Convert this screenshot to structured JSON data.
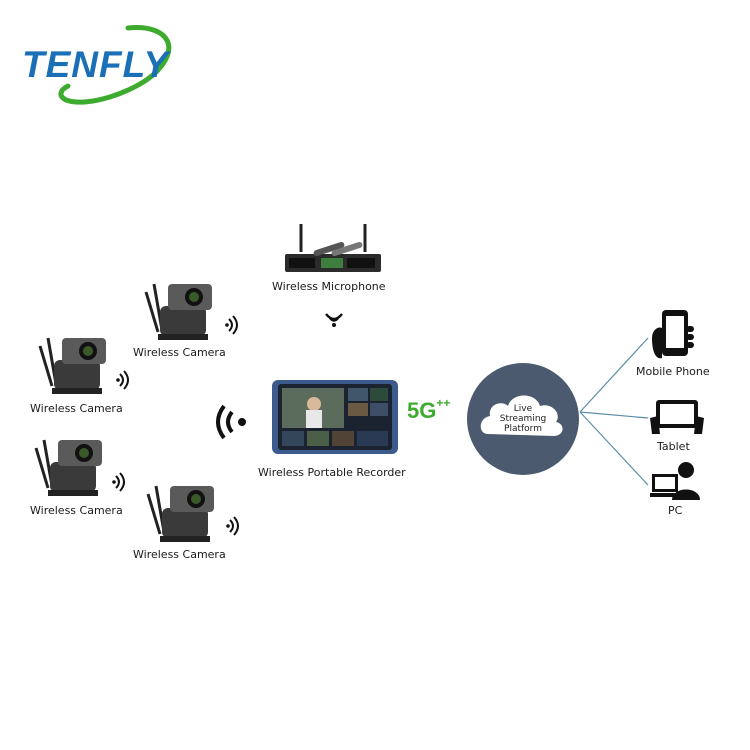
{
  "logo": {
    "text": "TENFLY",
    "color_primary": "#1a6fb6",
    "color_accent": "#3dab2e"
  },
  "devices": {
    "microphone": {
      "label": "Wireless Microphone",
      "icon": "wireless-microphone-icon"
    },
    "cameras": [
      {
        "label": "Wireless Camera",
        "icon": "ptz-camera-icon"
      },
      {
        "label": "Wireless Camera",
        "icon": "ptz-camera-icon"
      },
      {
        "label": "Wireless Camera",
        "icon": "ptz-camera-icon"
      },
      {
        "label": "Wireless Camera",
        "icon": "ptz-camera-icon"
      }
    ],
    "recorder": {
      "label": "Wireless Portable Recorder",
      "icon": "portable-recorder-icon"
    }
  },
  "network": {
    "label": "5G",
    "suffix": "++",
    "color": "#3dab2e"
  },
  "cloud": {
    "line1": "Live",
    "line2": "Streaming",
    "line3": "Platform",
    "circle_color": "#4b5a6e"
  },
  "outputs": [
    {
      "label": "Mobile Phone",
      "icon": "mobile-phone-icon"
    },
    {
      "label": "Tablet",
      "icon": "tablet-icon"
    },
    {
      "label": "PC",
      "icon": "pc-user-icon"
    }
  ],
  "line_color": "#5b8fa8"
}
